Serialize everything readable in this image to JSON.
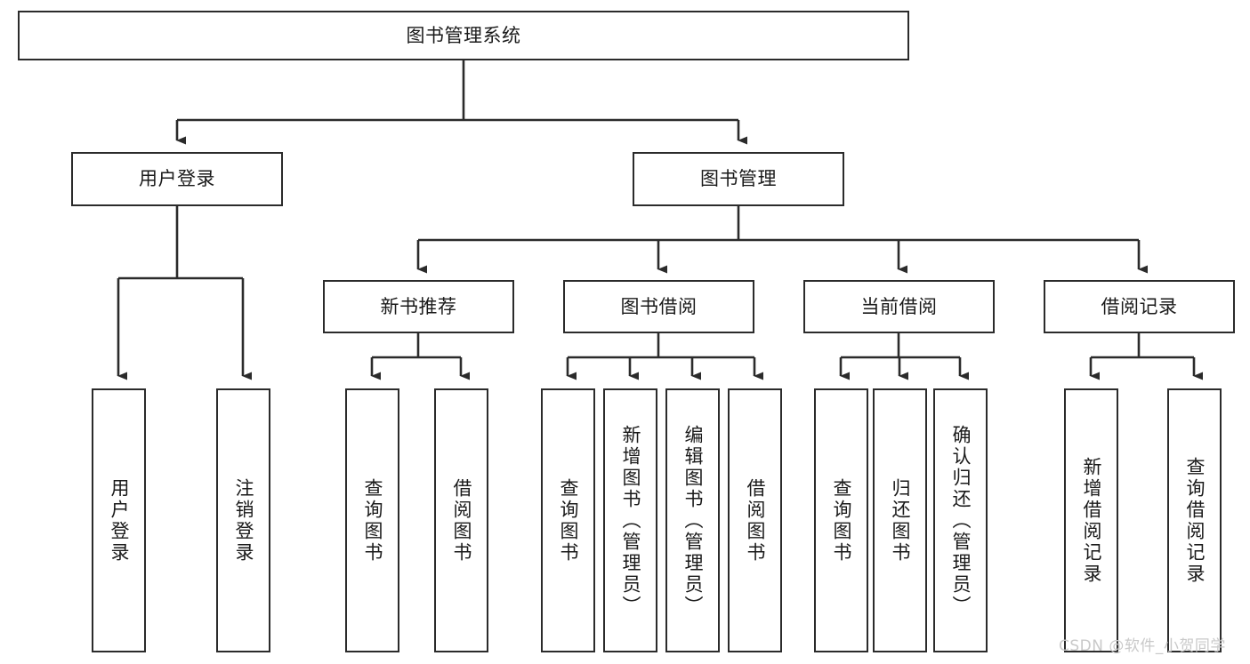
{
  "diagram": {
    "type": "tree",
    "title": "图书管理系统",
    "root": {
      "label": "图书管理系统"
    },
    "level2": [
      {
        "label": "用户登录"
      },
      {
        "label": "图书管理"
      }
    ],
    "level3": [
      {
        "label": "新书推荐"
      },
      {
        "label": "图书借阅"
      },
      {
        "label": "当前借阅"
      },
      {
        "label": "借阅记录"
      }
    ],
    "leaves": {
      "user_login": [
        {
          "label": "用户登录"
        },
        {
          "label": "注销登录"
        }
      ],
      "new_book_recommend": [
        {
          "label": "查询图书"
        },
        {
          "label": "借阅图书"
        }
      ],
      "book_borrow": [
        {
          "label": "查询图书"
        },
        {
          "label": "新增图书（管理员）"
        },
        {
          "label": "编辑图书（管理员）"
        },
        {
          "label": "借阅图书"
        }
      ],
      "current_borrow": [
        {
          "label": "查询图书"
        },
        {
          "label": "归还图书"
        },
        {
          "label": "确认归还（管理员）"
        }
      ],
      "borrow_record": [
        {
          "label": "新增借阅记录"
        },
        {
          "label": "查询借阅记录"
        }
      ]
    }
  },
  "watermark": {
    "text": "CSDN @软件_小贺同学"
  },
  "colors": {
    "stroke": "#2b2b2b",
    "text": "#1a1a1a",
    "background": "#ffffff",
    "watermark": "#c9c9c9"
  }
}
